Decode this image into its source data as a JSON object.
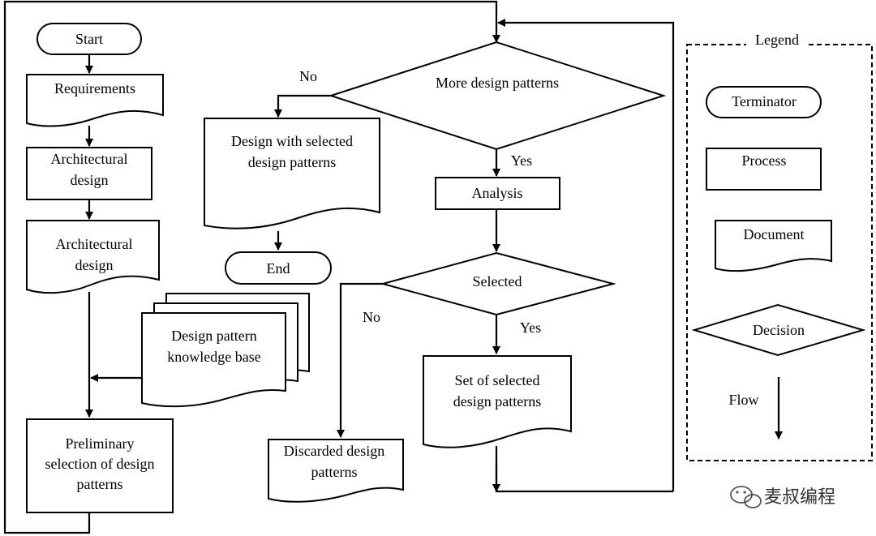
{
  "flowchart": {
    "start": "Start",
    "requirements": "Requirements",
    "architectural_design_process": [
      "Architectural",
      "design"
    ],
    "architectural_design_document": [
      "Architectural",
      "design"
    ],
    "knowledge_base": [
      "Design pattern",
      "knowledge base"
    ],
    "preliminary_selection": [
      "Preliminary",
      "selection of design",
      "patterns"
    ],
    "more_design_patterns": "More design patterns",
    "design_with_selected": [
      "Design with selected",
      "design patterns"
    ],
    "end": "End",
    "analysis": "Analysis",
    "selected": "Selected",
    "set_of_selected": [
      "Set of selected",
      "design patterns"
    ],
    "discarded": [
      "Discarded design",
      "patterns"
    ],
    "edge_labels": {
      "no_more": "No",
      "yes_more": "Yes",
      "no_selected": "No",
      "yes_selected": "Yes"
    }
  },
  "legend": {
    "title": "Legend",
    "terminator": "Terminator",
    "process": "Process",
    "document": "Document",
    "decision": "Decision",
    "flow": "Flow"
  },
  "watermark": {
    "text": "麦叔编程",
    "icon": "wechat-icon"
  }
}
